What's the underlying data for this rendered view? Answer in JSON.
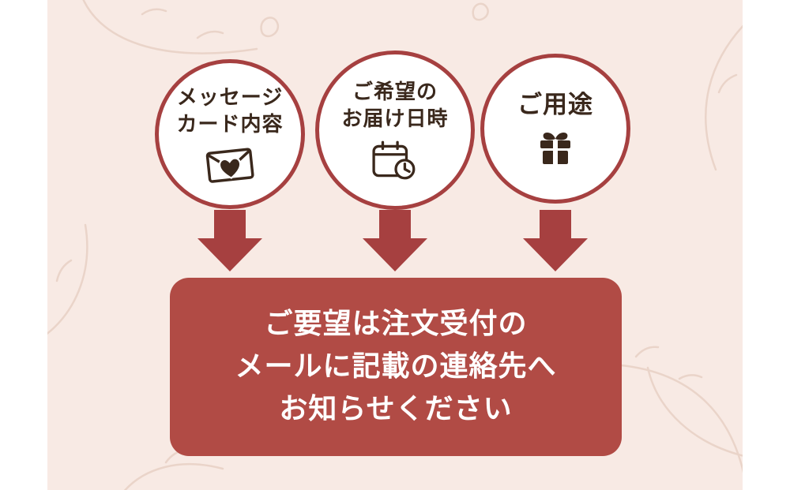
{
  "colors": {
    "page_bg": "#ffffff",
    "panel_bg": "#f8eae4",
    "circle_bg": "#ffffff",
    "circle_border": "#a64040",
    "arrow": "#a64040",
    "box_bg": "#b14b45",
    "box_text": "#ffffff",
    "ink": "#3a281c",
    "decor": "#ead4c9"
  },
  "steps": [
    {
      "label_lines": [
        "メッセージ",
        "カード内容"
      ],
      "icon": "envelope-heart-icon"
    },
    {
      "label_lines": [
        "ご希望の",
        "お届け日時"
      ],
      "icon": "calendar-clock-icon"
    },
    {
      "label_lines": [
        "ご用途"
      ],
      "icon": "gift-icon"
    }
  ],
  "notice": {
    "lines": [
      "ご要望は注文受付の",
      "メールに記載の連絡先へ",
      "お知らせください"
    ]
  }
}
